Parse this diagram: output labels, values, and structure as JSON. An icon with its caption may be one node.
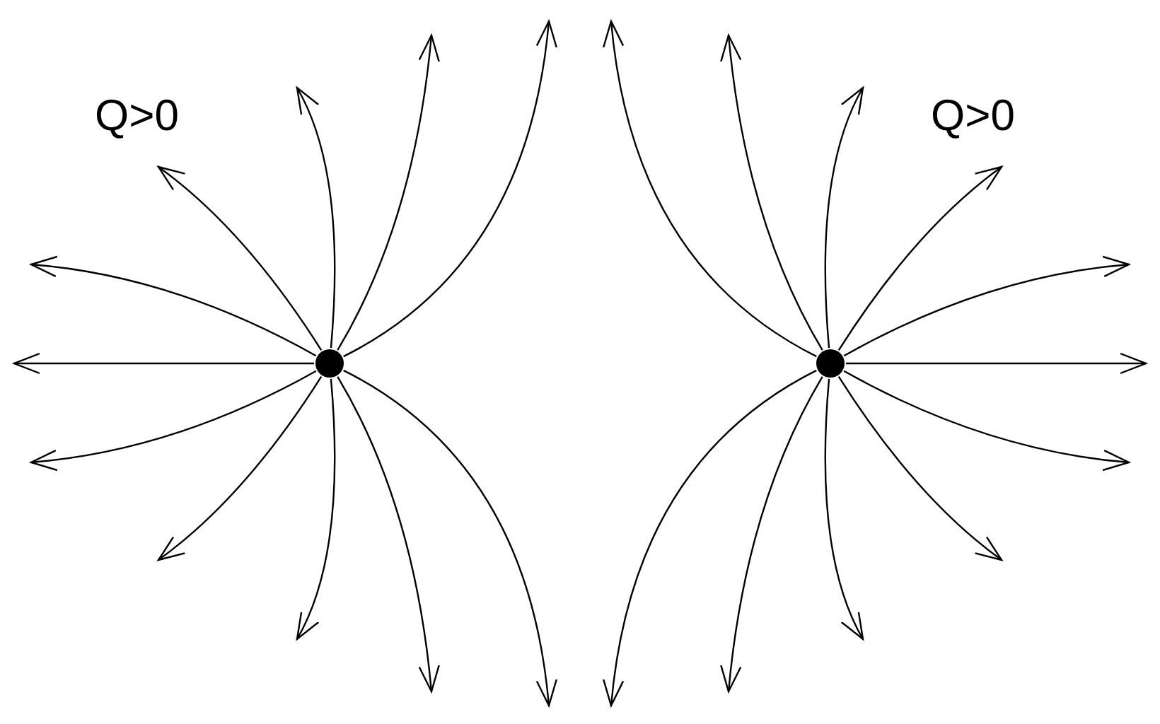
{
  "diagram": {
    "nodes": [
      {
        "text": [],
        "shape": "circle"
      },
      {
        "text": [],
        "shape": "circle"
      }
    ],
    "edges": [
      {
        "from": 0,
        "to": null,
        "arrow": "to"
      },
      {
        "from": 0,
        "to": null,
        "arrow": "to"
      },
      {
        "from": 0,
        "to": null,
        "arrow": "to"
      },
      {
        "from": 0,
        "to": null,
        "arrow": "to"
      },
      {
        "from": 0,
        "to": null,
        "arrow": "to"
      },
      {
        "from": 0,
        "to": null,
        "arrow": "to"
      },
      {
        "from": 0,
        "to": null,
        "arrow": "to"
      },
      {
        "from": 0,
        "to": null,
        "arrow": "to"
      },
      {
        "from": 0,
        "to": null,
        "arrow": "to"
      },
      {
        "from": 0,
        "to": null,
        "arrow": "to"
      },
      {
        "from": 0,
        "to": null,
        "arrow": "to"
      },
      {
        "from": 1,
        "to": null,
        "arrow": "to"
      },
      {
        "from": 1,
        "to": null,
        "arrow": "to"
      },
      {
        "from": 1,
        "to": null,
        "arrow": "to"
      },
      {
        "from": 1,
        "to": null,
        "arrow": "to"
      },
      {
        "from": 1,
        "to": null,
        "arrow": "to"
      },
      {
        "from": 1,
        "to": null,
        "arrow": "to"
      },
      {
        "from": 1,
        "to": null,
        "arrow": "to"
      },
      {
        "from": 1,
        "to": null,
        "arrow": "to"
      },
      {
        "from": 1,
        "to": null,
        "arrow": "to"
      },
      {
        "from": 1,
        "to": null,
        "arrow": "to"
      },
      {
        "from": 1,
        "to": null,
        "arrow": "to"
      }
    ],
    "labels": [
      "Q>0",
      "Q>0"
    ]
  }
}
